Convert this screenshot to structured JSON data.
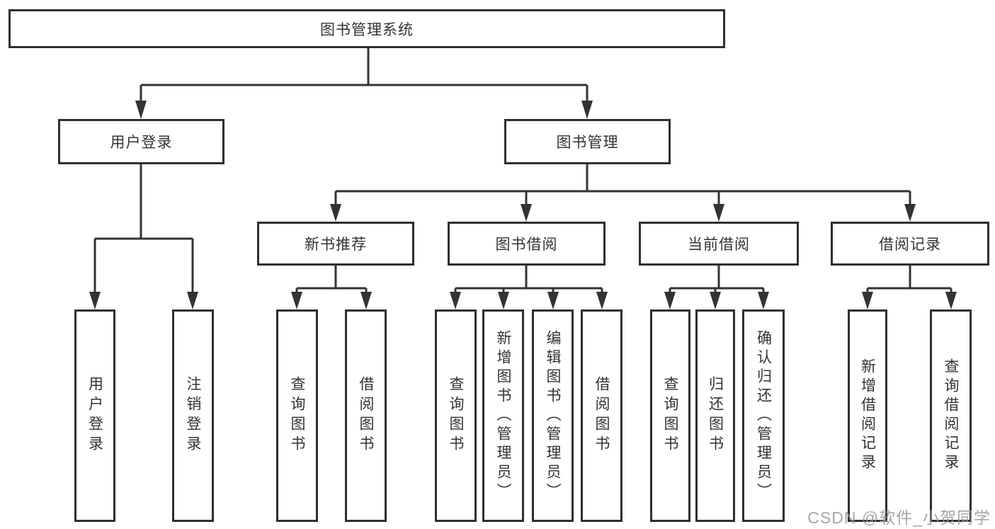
{
  "title": "图书管理系统",
  "watermark": "CSDN @软件_小贺同学",
  "colors": {
    "line": "#333333",
    "box_border": "#2f2f2f",
    "text": "#333333",
    "watermark": "#969696",
    "background": "#ffffff"
  },
  "tree": {
    "root": "图书管理系统",
    "branches": [
      {
        "label": "用户登录",
        "children": [
          "用户登录",
          "注销登录"
        ]
      },
      {
        "label": "图书管理",
        "sections": [
          {
            "label": "新书推荐",
            "children": [
              "查询图书",
              "借阅图书"
            ]
          },
          {
            "label": "图书借阅",
            "children": [
              "查询图书",
              "新增图书（管理员）",
              "编辑图书（管理员）",
              "借阅图书"
            ]
          },
          {
            "label": "当前借阅",
            "children": [
              "查询图书",
              "归还图书",
              "确认归还（管理员）"
            ]
          },
          {
            "label": "借阅记录",
            "children": [
              "新增借阅记录",
              "查询借阅记录"
            ]
          }
        ]
      }
    ]
  }
}
